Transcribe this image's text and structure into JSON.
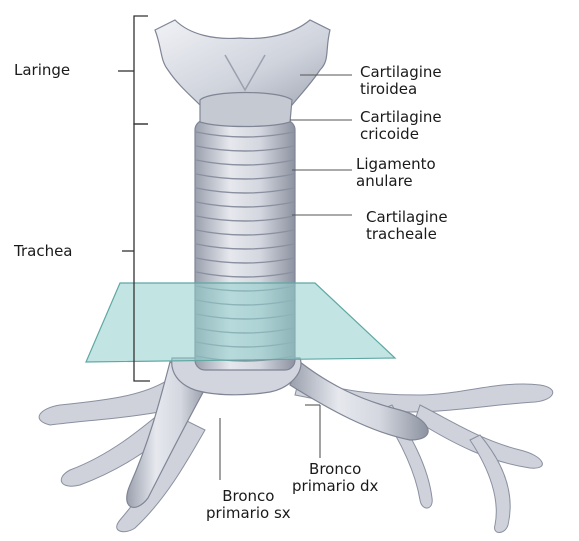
{
  "labels": {
    "laringe": "Laringe",
    "trachea": "Trachea",
    "cartilagine_tiroidea": [
      "Cartilagine",
      "tiroidea"
    ],
    "cartilagine_cricoide": [
      "Cartilagine",
      "cricoide"
    ],
    "ligamento_anulare": [
      "Ligamento",
      "anulare"
    ],
    "cartilagine_tracheale": [
      "Cartilagine",
      "tracheale"
    ],
    "bronco_primario_dx": [
      "Bronco",
      "primario dx"
    ],
    "bronco_primario_sx": [
      "Bronco",
      "primario sx"
    ]
  },
  "colors": {
    "tissue": "#c9cdd6",
    "tissue_dark": "#8f95a3",
    "tissue_light": "#eceef3",
    "glass_plane": "#8fd0cc",
    "leader_line": "#555555"
  }
}
